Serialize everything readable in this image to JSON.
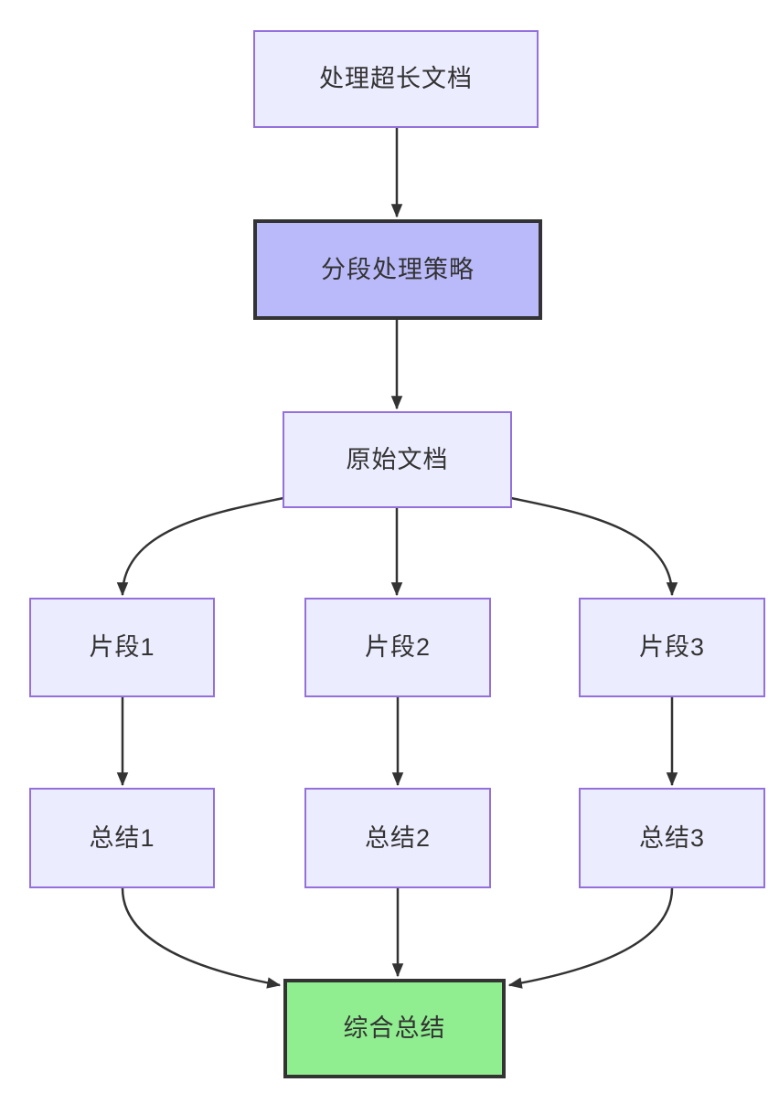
{
  "diagram": {
    "type": "flowchart",
    "direction": "top-down",
    "nodes": [
      {
        "id": "A",
        "label": "处理超长文档",
        "style": "default"
      },
      {
        "id": "B",
        "label": "分段处理策略",
        "style": "emphasis"
      },
      {
        "id": "C",
        "label": "原始文档",
        "style": "default"
      },
      {
        "id": "D",
        "label": "片段1",
        "style": "default"
      },
      {
        "id": "E",
        "label": "片段2",
        "style": "default"
      },
      {
        "id": "F",
        "label": "片段3",
        "style": "default"
      },
      {
        "id": "G",
        "label": "总结1",
        "style": "default"
      },
      {
        "id": "H",
        "label": "总结2",
        "style": "default"
      },
      {
        "id": "I",
        "label": "总结3",
        "style": "default"
      },
      {
        "id": "J",
        "label": "综合总结",
        "style": "success"
      }
    ],
    "edges": [
      {
        "from": "处理超长文档",
        "to": "分段处理策略"
      },
      {
        "from": "分段处理策略",
        "to": "原始文档"
      },
      {
        "from": "原始文档",
        "to": "片段1"
      },
      {
        "from": "原始文档",
        "to": "片段2"
      },
      {
        "from": "原始文档",
        "to": "片段3"
      },
      {
        "from": "片段1",
        "to": "总结1"
      },
      {
        "from": "片段2",
        "to": "总结2"
      },
      {
        "from": "片段3",
        "to": "总结3"
      },
      {
        "from": "总结1",
        "to": "综合总结"
      },
      {
        "from": "总结2",
        "to": "综合总结"
      },
      {
        "from": "总结3",
        "to": "综合总结"
      }
    ],
    "colors": {
      "background": "#FFFFFF",
      "node_fill": "#ECECFF",
      "node_border": "#9370DB",
      "emphasis_fill": "#BABAFA",
      "emphasis_border": "#333333",
      "success_fill": "#90EE90",
      "success_border": "#333333",
      "edge": "#333333",
      "text": "#333333"
    }
  }
}
